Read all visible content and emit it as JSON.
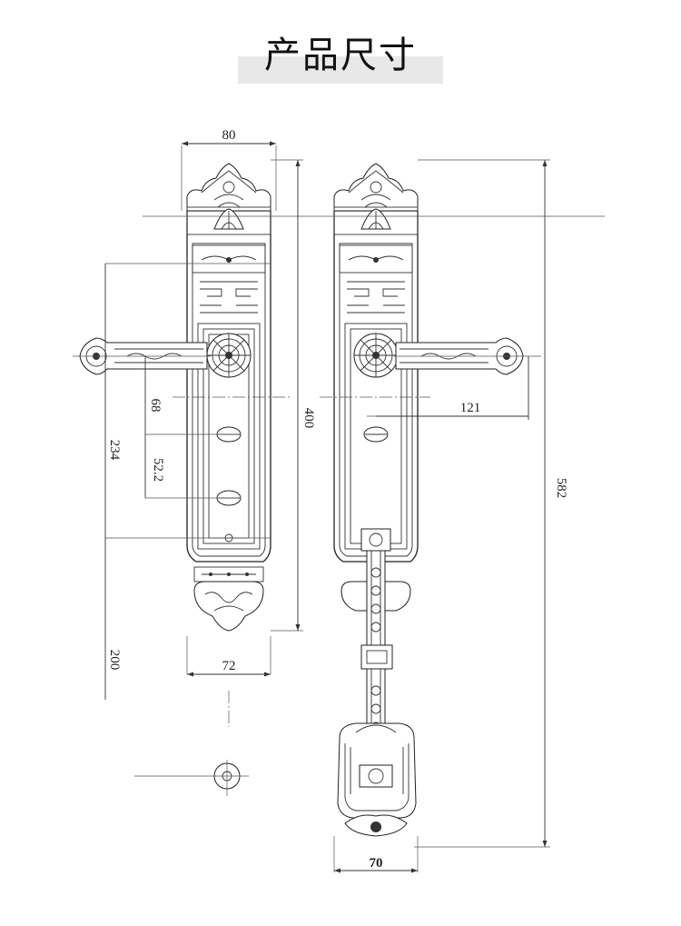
{
  "title": "产品尺寸",
  "dimensions": {
    "plate_width": "80",
    "plate_inner_width": "72",
    "plate_height": "400",
    "lever_spacing": "68",
    "lock_hole_spacing": "52.2",
    "lever_to_bottom": "234",
    "lever_length": "121",
    "lower_offset": "200",
    "total_height": "582",
    "pull_handle_width": "70"
  }
}
